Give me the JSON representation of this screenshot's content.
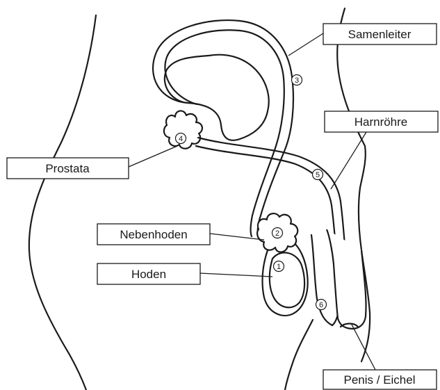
{
  "labels": {
    "samenleiter": "Samenleiter",
    "harnroehre": "Harnröhre",
    "prostata": "Prostata",
    "nebenhoden": "Nebenhoden",
    "hoden": "Hoden",
    "penis_eichel": "Penis / Eichel"
  },
  "markers": {
    "m1": "1",
    "m2": "2",
    "m3": "3",
    "m4": "4",
    "m5": "5",
    "m6": "6"
  },
  "colors": {
    "line": "#1a1a1a",
    "background": "#ffffff"
  }
}
